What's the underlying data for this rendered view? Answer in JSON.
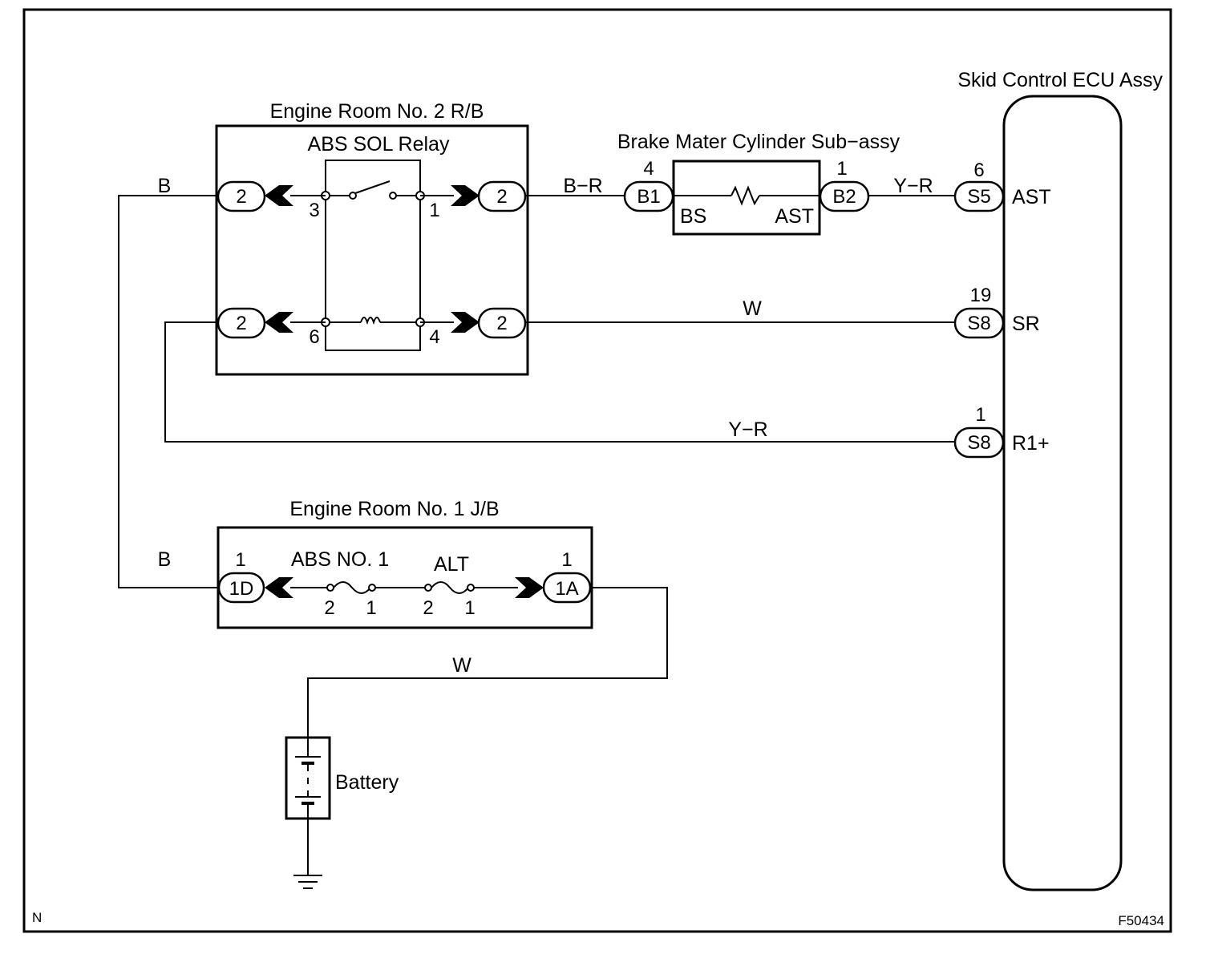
{
  "ecu": {
    "title": "Skid Control ECU Assy"
  },
  "rb2": {
    "title": "Engine Room No. 2 R/B",
    "relay_title": "ABS SOL Relay",
    "pins": [
      "3",
      "1",
      "6",
      "4"
    ],
    "connectors": [
      "2",
      "2",
      "2",
      "2"
    ]
  },
  "brake": {
    "title": "Brake Mater Cylinder Sub−assy",
    "left_pin_no": "4",
    "left_conn": "B1",
    "right_pin_no": "1",
    "right_conn": "B2",
    "left_term": "BS",
    "right_term": "AST"
  },
  "ecu_terminals": [
    {
      "pin": "6",
      "conn": "S5",
      "name": "AST"
    },
    {
      "pin": "19",
      "conn": "S8",
      "name": "SR"
    },
    {
      "pin": "1",
      "conn": "S8",
      "name": "R1+"
    }
  ],
  "wires": {
    "b_top": "B",
    "b_r": "B−R",
    "y_r_top": "Y−R",
    "w_sr": "W",
    "y_r_bottom": "Y−R",
    "b_bottom": "B",
    "w_battery": "W"
  },
  "jb1": {
    "title": "Engine Room No. 1 J/B",
    "left_pin_no": "1",
    "left_conn": "1D",
    "right_pin_no": "1",
    "right_conn": "1A",
    "fuse1_name": "ABS NO. 1",
    "fuse1_pins": [
      "2",
      "1"
    ],
    "fuse2_name": "ALT",
    "fuse2_pins": [
      "2",
      "1"
    ]
  },
  "battery": {
    "label": "Battery"
  },
  "corner_left": "N",
  "figure_code": "F50434"
}
